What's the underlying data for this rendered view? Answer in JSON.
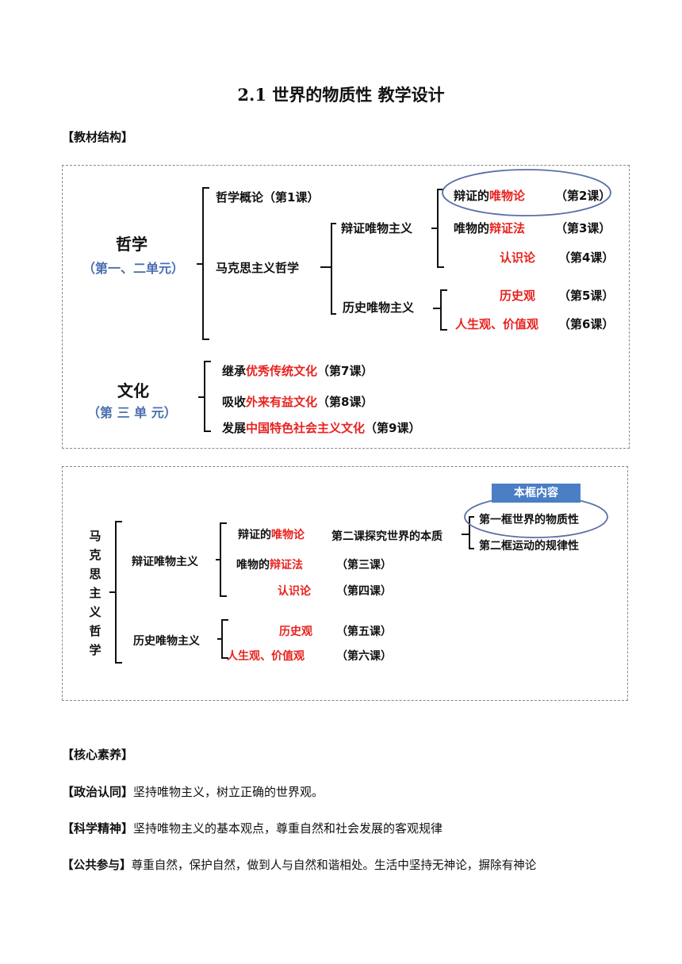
{
  "title": "2.1 世界的物质性  教学设计",
  "section_structure": "【教材结构】",
  "diagram1": {
    "zhexue": "哲学",
    "zhexue_units": "（第一、二单元）",
    "intro": "哲学概论（第1课）",
    "marx": "马克思主义哲学",
    "dialectical": "辩证唯物主义",
    "historical": "历史唯物主义",
    "l2_pre": "辩证的",
    "l2_red": "唯物论",
    "l2_num": "（第2课）",
    "l3_pre": "唯物的",
    "l3_red": "辩证法",
    "l3_num": "（第3课）",
    "l4_red": "认识论",
    "l4_num": "（第4课）",
    "l5_red": "历史观",
    "l5_num": "（第5课）",
    "l6_red1": "人生观",
    "l6_sep": "、",
    "l6_red2": "价值观",
    "l6_num": "（第6课）",
    "wenhua": "文化",
    "wenhua_unit": "（第 三 单 元）",
    "c7_pre": "继承",
    "c7_red": "优秀传统文化",
    "c7_num": "（第7课）",
    "c8_pre": "吸收",
    "c8_red": "外来有益文化",
    "c8_num": "（第8课）",
    "c9_pre": "发展",
    "c9_red": "中国特色社会主义文化",
    "c9_num": "（第9课）"
  },
  "diagram2": {
    "vertical": [
      "马",
      "克",
      "思",
      "主",
      "义",
      "哲",
      "学"
    ],
    "dialectical": "辩证唯物主义",
    "historical": "历史唯物主义",
    "r1_pre": "辩证的",
    "r1_red": "唯物论",
    "r1_lesson": "第二课探究世界的本质",
    "r2_pre": "唯物的",
    "r2_red": "辩证法",
    "r2_num": "（第三课）",
    "r3_red": "认识论",
    "r3_num": "（第四课）",
    "r4_red": "历史观",
    "r4_num": "（第五课）",
    "r5_red1": "人生观",
    "r5_sep": "、",
    "r5_red2": "价值观",
    "r5_num": "（第六课）",
    "badge": "本框内容",
    "frame1": "第一框世界的物质性",
    "frame2": "第二框运动的规律性"
  },
  "section_core": "【核心素养】",
  "paragraphs": [
    {
      "key": "【政治认同】",
      "text": "坚持唯物主义，树立正确的世界观。"
    },
    {
      "key": "【科学精神】",
      "text": "坚持唯物主义的基本观点，尊重自然和社会发展的客观规律"
    },
    {
      "key": "【公共参与】",
      "text": "尊重自然，保护自然，做到人与自然和谐相处。生活中坚持无神论，摒除有神论"
    }
  ],
  "colors": {
    "accent_red": "#e8231f",
    "unit_blue": "#4a6fb0",
    "badge_blue": "#4a7ec5",
    "circle": "#5a6fa8"
  }
}
